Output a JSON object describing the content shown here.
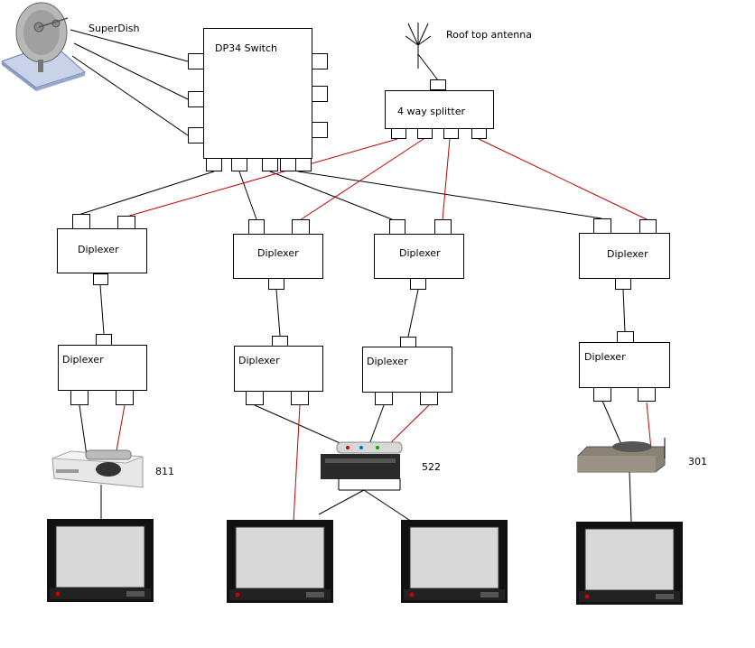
{
  "labels": {
    "superdish": "SuperDish",
    "switch": "DP34 Switch",
    "antenna": "Roof top antenna",
    "splitter": "4 way splitter",
    "diplexer": "Diplexer",
    "receiver_811": "811",
    "receiver_522": "522",
    "receiver_301": "301"
  },
  "components": {
    "dish_count": 1,
    "switch_count": 1,
    "splitter_count": 1,
    "diplexer_count": 8,
    "receiver_count": 3,
    "tv_count": 4
  },
  "colors": {
    "satellite_line": "#000000",
    "antenna_line": "#c00000",
    "box_border": "#000000",
    "tv_screen": "#d8d8d8"
  }
}
